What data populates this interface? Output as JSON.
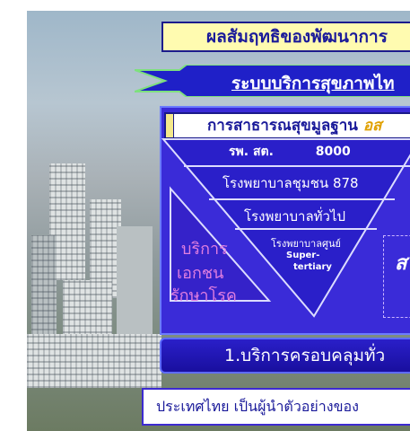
{
  "title": "ผลสัมฤทธิของพัฒนาการ",
  "system_banner": "ระบบบริการสุขภาพไท",
  "public_health_bar": {
    "text": "การสาธารณสุขมูลฐาน",
    "accent": "อส"
  },
  "rows": {
    "district_hospital": {
      "label": "รพ. สต.",
      "count": "8000"
    },
    "community_hospital": {
      "label": "โรงพยาบาลชุมชน",
      "count": "878"
    },
    "general_hospital": {
      "label": "โรงพยาบาลทั่วไป"
    },
    "center_hospital": {
      "label": "โรงพยาบาลศูนย์",
      "super": "Super-",
      "tertiary": "tertiary"
    }
  },
  "private_services": [
    "บริการ",
    "เอกชน",
    "รักษาโรค"
  ],
  "right_glyph": "ส",
  "coverage_bar": "1.บริการครอบคลุมทั่ว",
  "leader_bar": "ประเทศไทย เป็นผู้นำตัวอย่างของ",
  "colors": {
    "panel": "#3a2bd8",
    "title_bg": "#fffbb0",
    "private_text": "#e07ee0",
    "accent": "#e0a000"
  }
}
